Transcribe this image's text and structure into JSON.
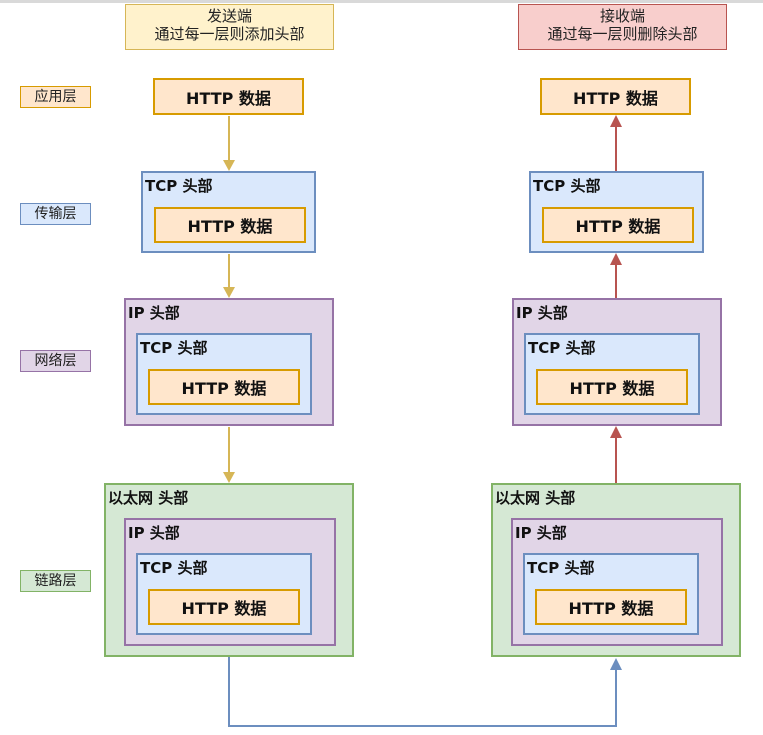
{
  "sender": {
    "title": "发送端",
    "subtitle": "通过每一层则添加头部"
  },
  "receiver": {
    "title": "接收端",
    "subtitle": "通过每一层则删除头部"
  },
  "layers": [
    {
      "label": "应用层"
    },
    {
      "label": "传输层"
    },
    {
      "label": "网络层"
    },
    {
      "label": "链路层"
    }
  ],
  "packet": {
    "http_data": "HTTP 数据",
    "tcp_header": "TCP 头部",
    "ip_header": "IP 头部",
    "eth_header": "以太网 头部"
  },
  "colors": {
    "sender_arrow": "#d6b656",
    "receiver_arrow": "#b85450",
    "link_arrow": "#6c8ebf",
    "http_fill": "#ffe6cc",
    "tcp_fill": "#dae8fc",
    "ip_fill": "#e1d5e7",
    "eth_fill": "#d5e8d4"
  }
}
